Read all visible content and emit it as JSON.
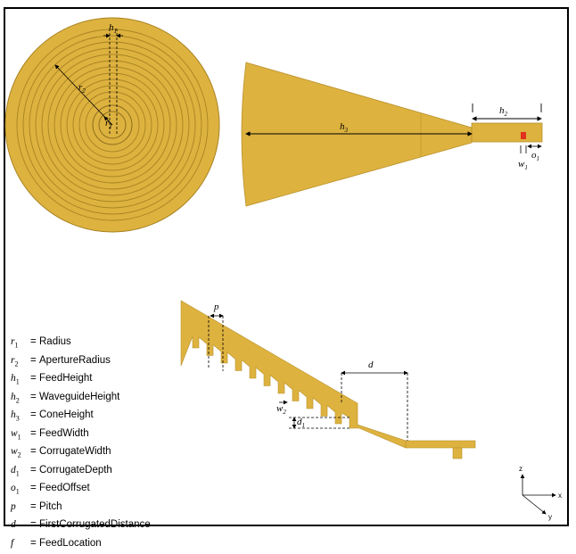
{
  "colors": {
    "metal": "#DDB23F",
    "metal_edge": "#B8902A",
    "feed": "#E0311E"
  },
  "dimension_labels": {
    "h1": {
      "sym": "h",
      "sub": "1"
    },
    "h2": {
      "sym": "h",
      "sub": "2"
    },
    "h3": {
      "sym": "h",
      "sub": "3"
    },
    "r1": {
      "sym": "r",
      "sub": "1"
    },
    "r2": {
      "sym": "r",
      "sub": "2"
    },
    "o1": {
      "sym": "o",
      "sub": "1"
    },
    "w1": {
      "sym": "w",
      "sub": "1"
    },
    "w2": {
      "sym": "w",
      "sub": "2"
    },
    "d1": {
      "sym": "d",
      "sub": "1"
    },
    "p": {
      "sym": "p",
      "sub": ""
    },
    "d": {
      "sym": "d",
      "sub": ""
    }
  },
  "legend": [
    {
      "sym": "r",
      "sub": "1",
      "text": "Radius"
    },
    {
      "sym": "r",
      "sub": "2",
      "text": "ApertureRadius"
    },
    {
      "sym": "h",
      "sub": "1",
      "text": "FeedHeight"
    },
    {
      "sym": "h",
      "sub": "2",
      "text": "WaveguideHeight"
    },
    {
      "sym": "h",
      "sub": "3",
      "text": "ConeHeight"
    },
    {
      "sym": "w",
      "sub": "1",
      "text": "FeedWidth"
    },
    {
      "sym": "w",
      "sub": "2",
      "text": "CorrugateWidth"
    },
    {
      "sym": "d",
      "sub": "1",
      "text": "CorrugateDepth"
    },
    {
      "sym": "o",
      "sub": "1",
      "text": "FeedOffset"
    },
    {
      "sym": "p",
      "sub": "",
      "text": "Pitch"
    },
    {
      "sym": "d",
      "sub": "",
      "text": "FirstCorrugatedDistance"
    },
    {
      "sym": "f",
      "sub": "",
      "text": "FeedLocation"
    }
  ],
  "axes": {
    "z": "z",
    "x": "x",
    "y": "y"
  }
}
